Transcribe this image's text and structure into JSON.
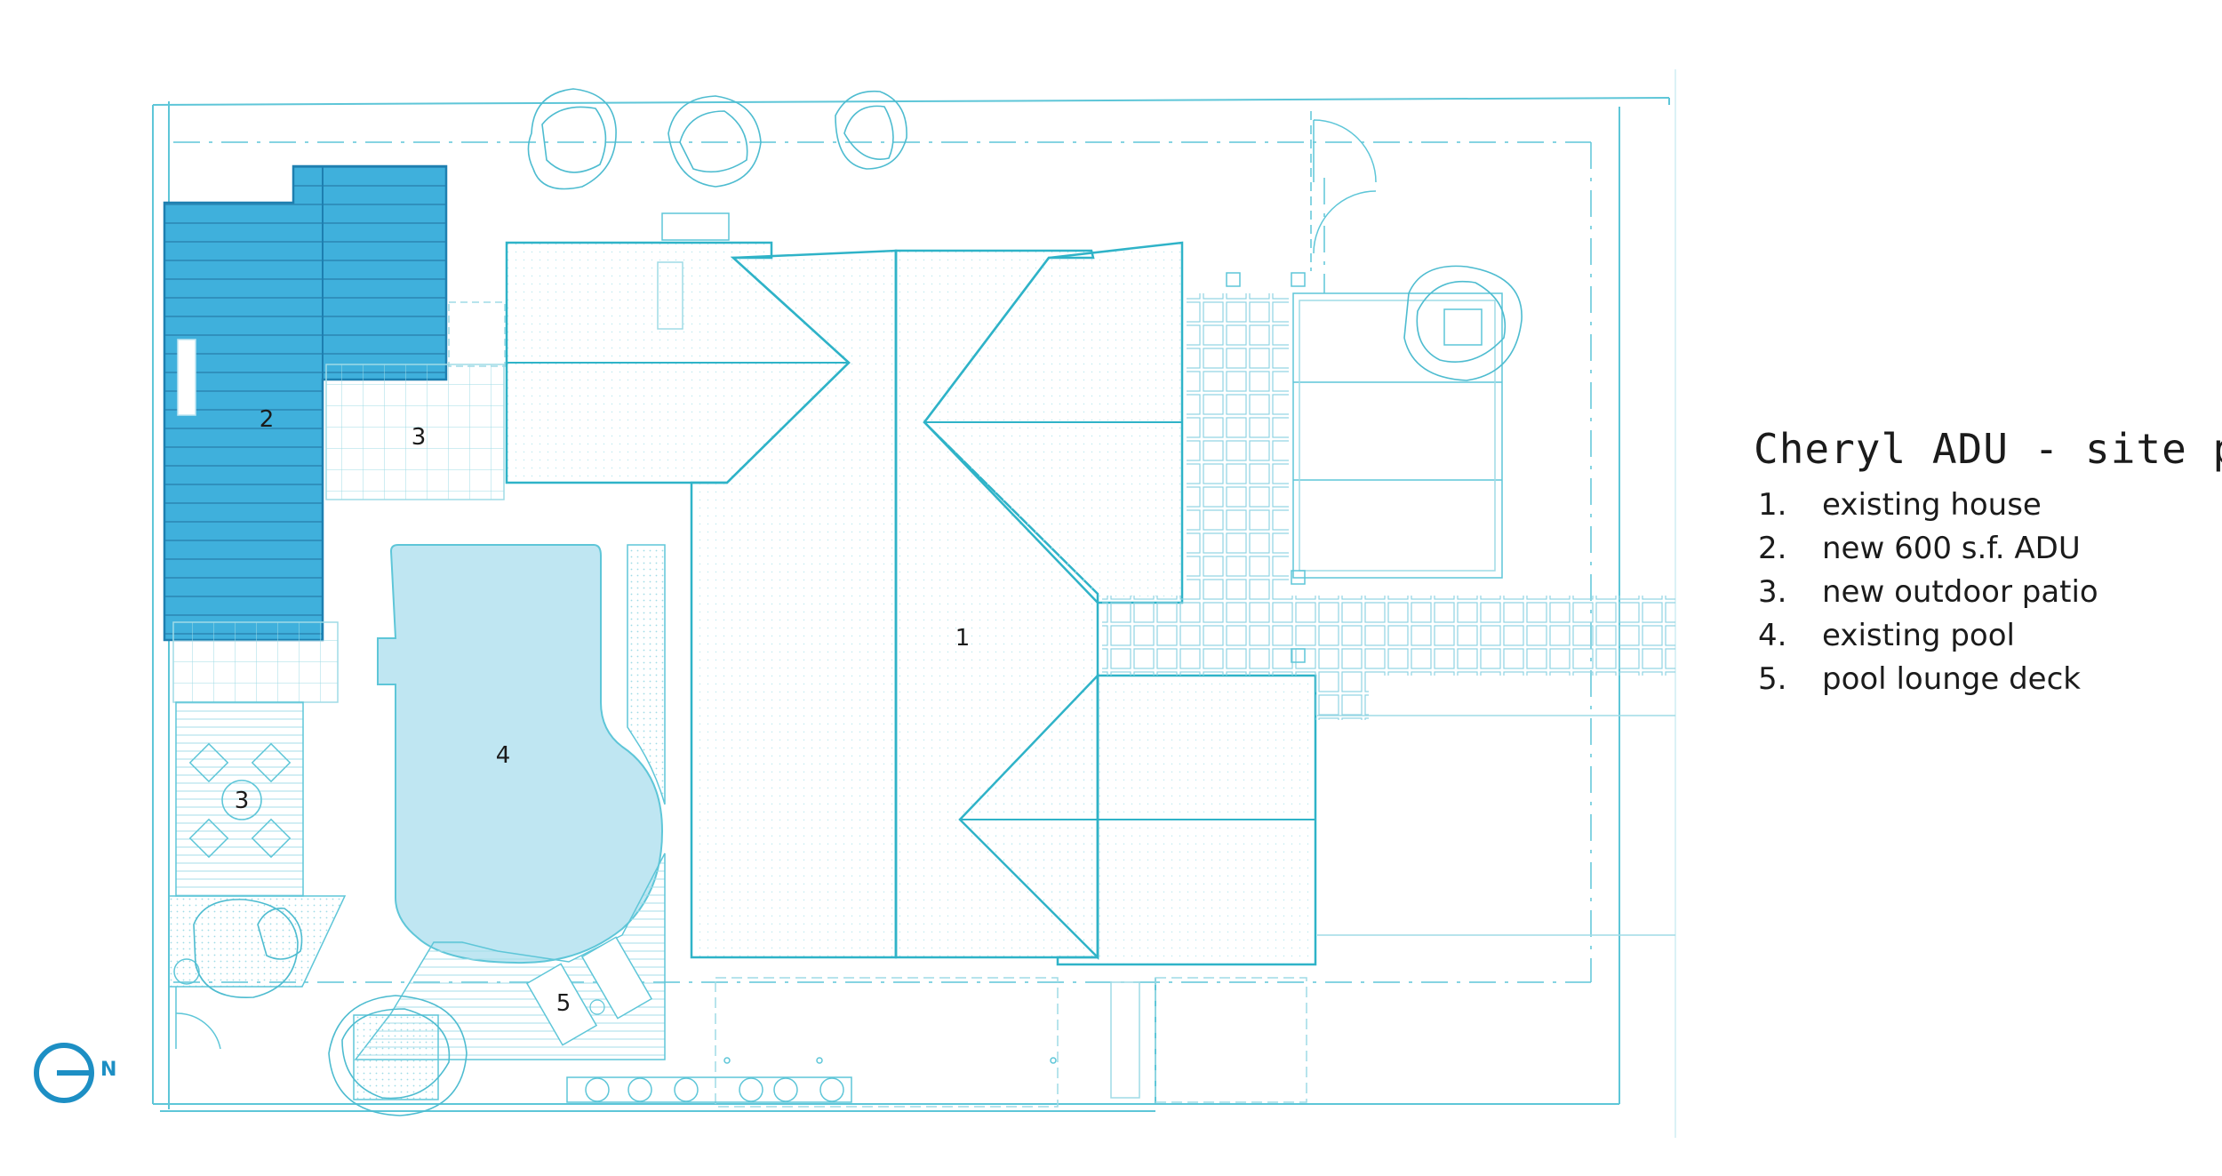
{
  "title": "Cheryl ADU - site plan",
  "legend": [
    {
      "num": "1.",
      "label": "existing house"
    },
    {
      "num": "2.",
      "label": "new 600 s.f. ADU"
    },
    {
      "num": "3.",
      "label": "new outdoor patio"
    },
    {
      "num": "4.",
      "label": "existing pool"
    },
    {
      "num": "5.",
      "label": "pool lounge deck"
    }
  ],
  "plan_labels": {
    "house": "1",
    "adu": "2",
    "patio_top": "3",
    "patio_bottom": "3",
    "pool": "4",
    "deck": "5"
  },
  "compass": "N",
  "colors": {
    "line": "#5ec6d8",
    "accent": "#1d8fc4",
    "adu_fill": "#3fb0dc",
    "pool_fill": "#bfe6f2",
    "text": "#1b1b1b"
  }
}
